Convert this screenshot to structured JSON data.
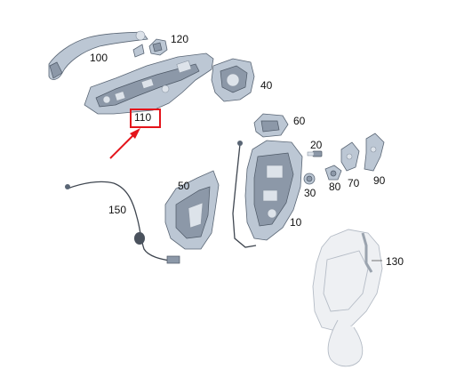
{
  "diagram": {
    "part_labels": {
      "p10": "10",
      "p20": "20",
      "p30": "30",
      "p40": "40",
      "p50": "50",
      "p60": "60",
      "p70": "70",
      "p80": "80",
      "p90": "90",
      "p100": "100",
      "p110": "110",
      "p120": "120",
      "p130": "130",
      "p150": "150"
    },
    "highlighted_part": "110",
    "highlight_color": "#e4141b"
  }
}
